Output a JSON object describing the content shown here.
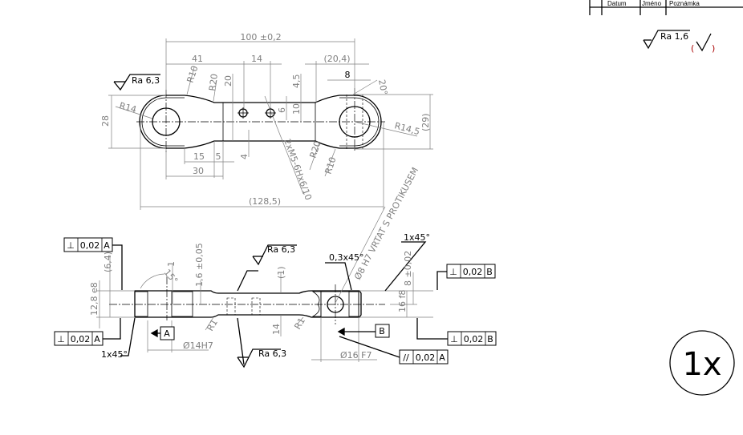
{
  "title_block": {
    "col_date": "Datum",
    "col_name": "Jméno",
    "col_note": "Poznámka"
  },
  "general_roughness": {
    "value": "Ra 1,6",
    "open_paren": "(",
    "close_paren": ")"
  },
  "quantity": "1x",
  "top_view": {
    "overall_length": "100 ±0,2",
    "dim_41": "41",
    "dim_14": "14",
    "dim_20_4": "(20,4)",
    "dim_8": "8",
    "r10_left": "R10",
    "r20_left": "R20",
    "dim_20": "20",
    "dim_4_5": "4,5",
    "dim_6": "6",
    "dim_10": "10",
    "angle_20": "20°",
    "roughness": "Ra 6,3",
    "r14": "R14",
    "dim_28": "28",
    "r14_5": "R14,5",
    "dim_29": "(29)",
    "thread_note": "2xM5-6Hx6/10",
    "r20_right": "R20",
    "r10_right": "R10",
    "dim_15": "15",
    "dim_5": "5",
    "dim_30": "30",
    "dim_4": "4",
    "total_length": "(128,5)"
  },
  "section_view": {
    "fcf_top_left": {
      "symbol": "⊥",
      "tol": "0,02",
      "datum": "A"
    },
    "fcf_bottom_left": {
      "symbol": "⊥",
      "tol": "0,02",
      "datum": "A"
    },
    "fcf_top_right": {
      "symbol": "⊥",
      "tol": "0,02",
      "datum": "B"
    },
    "fcf_bottom_right": {
      "symbol": "⊥",
      "tol": "0,02",
      "datum": "B"
    },
    "fcf_parallel": {
      "symbol": "//",
      "tol": "0,02",
      "datum": "A"
    },
    "dim_6_4": "(6,4)",
    "dim_1_6": "1,6 ±0,05",
    "angle_15": "15°",
    "dim_1": "1",
    "roughness_top": "Ra 6,3",
    "roughness_bottom": "Ra 6,3",
    "chamfer_0_3": "0,3x45°",
    "hole_note": "Ø8 H7 VRTAT S PROTIKUSEM",
    "chamfer_right": "1x45°",
    "chamfer_left": "1x45°",
    "dim_8": "8 ±0,02",
    "dim_12_8": "12,8 e8",
    "dim_16": "16 f8",
    "dim_paren_1": "(1)",
    "dim_14": "14",
    "r1_left": "R1",
    "r1_right": "R1",
    "datum_a": "A",
    "datum_b": "B",
    "bore_14": "Ø14H7",
    "bore_16": "Ø16 F7"
  }
}
